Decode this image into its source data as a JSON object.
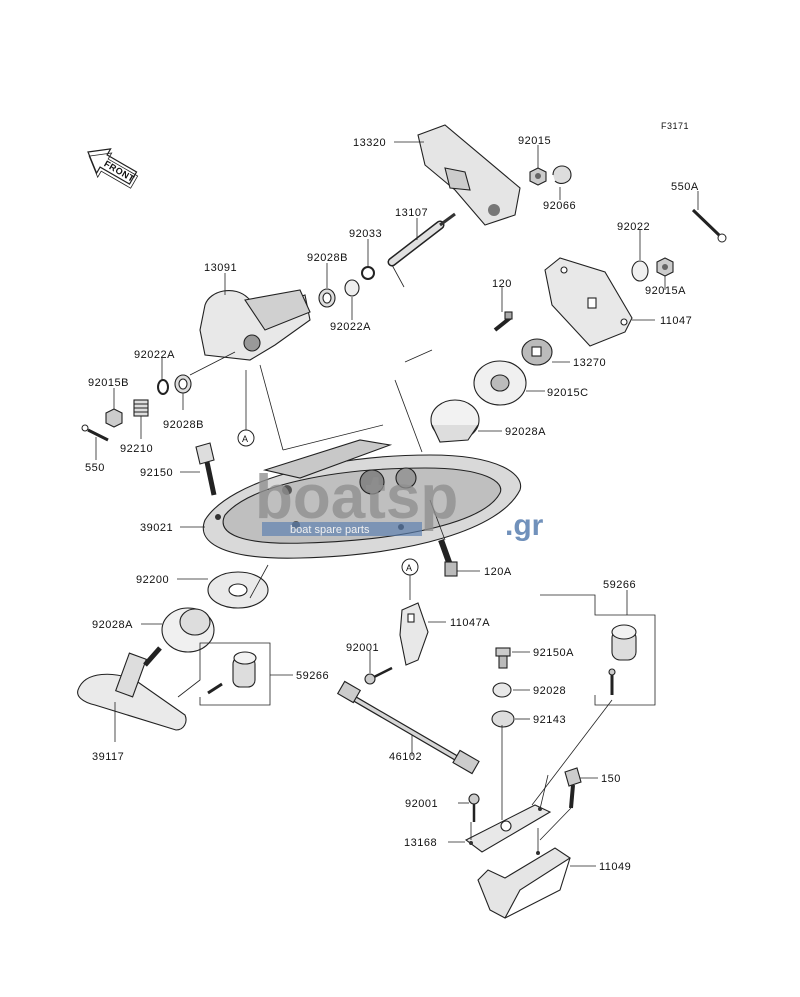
{
  "figure_code": "F3171",
  "front_marker": "FRONT",
  "watermark": {
    "brand": "boatsp",
    "tld": ".gr",
    "tagline": "boat spare parts",
    "color": "#4a73a8"
  },
  "callout_markers": [
    "A",
    "A"
  ],
  "labels": {
    "p13320": "13320",
    "p92015": "92015",
    "p92066": "92066",
    "p550A": "550A",
    "p13107": "13107",
    "p13091": "13091",
    "p92028B_top": "92028B",
    "p92033": "92033",
    "p92022A_top": "92022A",
    "p92022": "92022",
    "p92015A": "92015A",
    "p11047": "11047",
    "p120": "120",
    "p13270": "13270",
    "p92015C": "92015C",
    "p92022A_left": "92022A",
    "p92015B": "92015B",
    "p92028B_left": "92028B",
    "p92210": "92210",
    "p550": "550",
    "p92028A_right": "92028A",
    "p92150": "92150",
    "p39021": "39021",
    "p120A": "120A",
    "p92200": "92200",
    "p11047A": "11047A",
    "p92001_mid": "92001",
    "p59266_right": "59266",
    "p92028A_left": "92028A",
    "p92150A": "92150A",
    "p59266_left": "59266",
    "p92028": "92028",
    "p92143": "92143",
    "p39117": "39117",
    "p46102": "46102",
    "p150": "150",
    "p92001_low": "92001",
    "p13168": "13168",
    "p11049": "11049"
  }
}
